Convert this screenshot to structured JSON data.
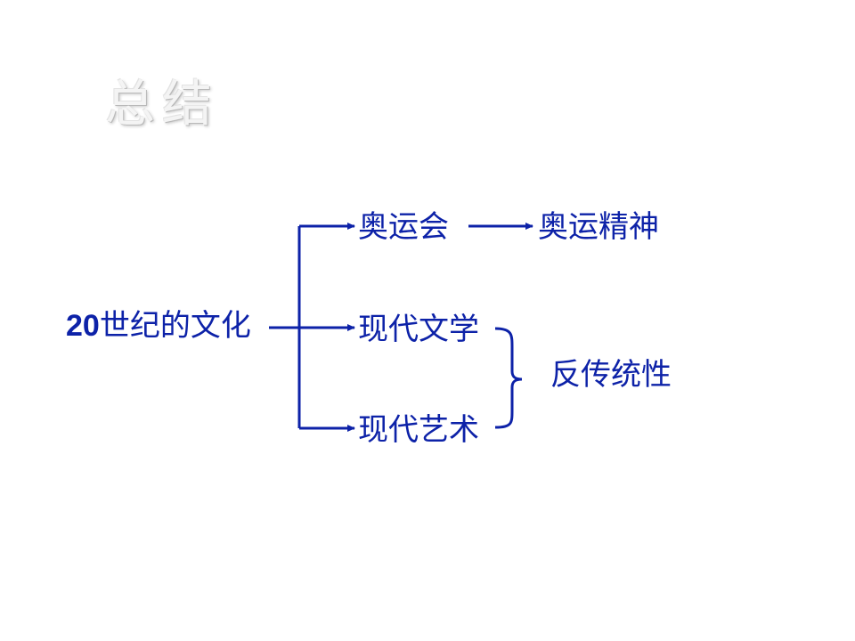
{
  "slide": {
    "title": "总结",
    "root": {
      "number": "20",
      "text": "世纪的文化"
    },
    "branches": [
      {
        "label": "奥运会",
        "result": "奥运精神"
      },
      {
        "label": "现代文学"
      },
      {
        "label": "现代艺术"
      }
    ],
    "grouped_result": "反传统性",
    "colors": {
      "text": "#0d22a8",
      "lines": "#0d22a8",
      "title": "#f4f4f4"
    }
  }
}
